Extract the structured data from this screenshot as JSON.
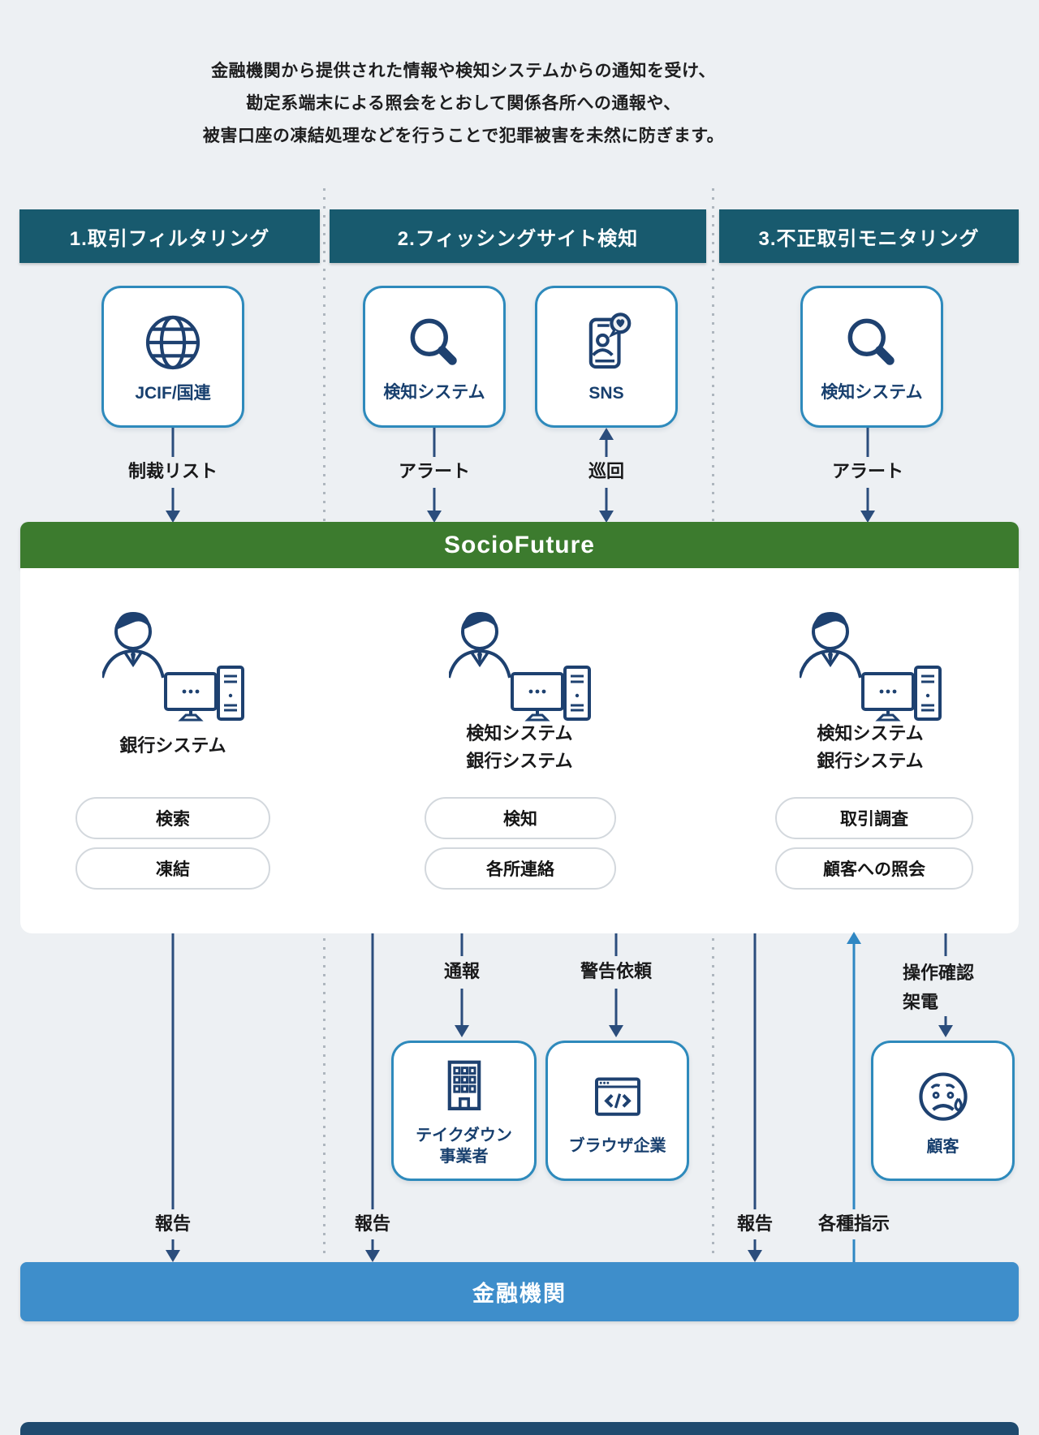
{
  "intro": {
    "line1": "金融機関から提供された情報や検知システムからの通知を受け、",
    "line2": "勘定系端末による照会をとおして関係各所への通報や、",
    "line3": "被害口座の凍結処理などを行うことで犯罪被害を未然に防ぎます。"
  },
  "headers": [
    "1.取引フィルタリング",
    "2.フィッシングサイト検知",
    "3.不正取引モニタリング"
  ],
  "source_nodes": [
    {
      "label": "JCIF/国連",
      "icon": "globe-icon"
    },
    {
      "label": "検知システム",
      "icon": "magnifier-icon"
    },
    {
      "label": "SNS",
      "icon": "sns-phone-icon"
    },
    {
      "label": "検知システム",
      "icon": "magnifier-icon"
    }
  ],
  "upper_arrows": {
    "col1": "制裁リスト",
    "col2_detect": "アラート",
    "col2_sns": "巡回",
    "col3": "アラート"
  },
  "platform": {
    "name": "SocioFuture"
  },
  "operator_groups": [
    {
      "line1": "銀行システム",
      "actions": [
        "検索",
        "凍結"
      ]
    },
    {
      "line1": "検知システム",
      "line2": "銀行システム",
      "actions": [
        "検知",
        "各所連絡"
      ]
    },
    {
      "line1": "検知システム",
      "line2": "銀行システム",
      "actions": [
        "取引調査",
        "顧客への照会"
      ]
    }
  ],
  "lower_arrows": {
    "report1": "報告",
    "report2": "報告",
    "report3": "報告",
    "notify": "通報",
    "warn_request": "警告依頼",
    "op_confirm_line1": "操作確認",
    "op_confirm_line2": "架電",
    "instructions": "各種指示"
  },
  "target_nodes": [
    {
      "label_line1": "テイクダウン",
      "label_line2": "事業者",
      "icon": "building-icon"
    },
    {
      "label": "ブラウザ企業",
      "icon": "browser-code-icon"
    },
    {
      "label": "顧客",
      "icon": "worried-face-icon"
    }
  ],
  "bank_bar": {
    "label": "金融機関"
  },
  "colors": {
    "background": "#edf0f3",
    "teal_header": "#185a6e",
    "green_bar": "#3c7b2e",
    "blue_bar": "#3e8ecb",
    "node_border": "#2e8abc",
    "icon_navy": "#1e4170",
    "arrow_navy": "#2b4d7c",
    "arrow_blue": "#2f87c3"
  }
}
